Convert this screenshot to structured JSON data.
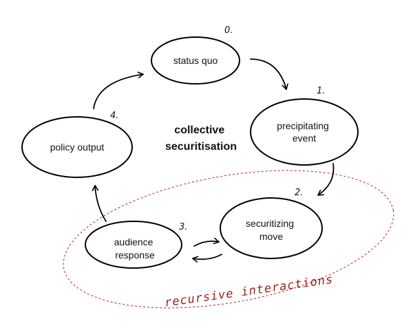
{
  "diagram": {
    "title": [
      "collective",
      "securitisation"
    ],
    "nodes": [
      {
        "id": "status-quo",
        "label": [
          "status quo"
        ],
        "number": "0."
      },
      {
        "id": "precipitating-event",
        "label": [
          "precipitating",
          "event"
        ],
        "number": "1."
      },
      {
        "id": "securitizing-move",
        "label": [
          "securitizing",
          "move"
        ],
        "number": "2."
      },
      {
        "id": "audience-response",
        "label": [
          "audience",
          "response"
        ],
        "number": "3."
      },
      {
        "id": "policy-output",
        "label": [
          "policy output"
        ],
        "number": "4."
      }
    ],
    "region_label": "recursive interactions",
    "colors": {
      "stroke": "#000000",
      "region": "#b22222",
      "region_text": "#9b1b1b"
    }
  }
}
